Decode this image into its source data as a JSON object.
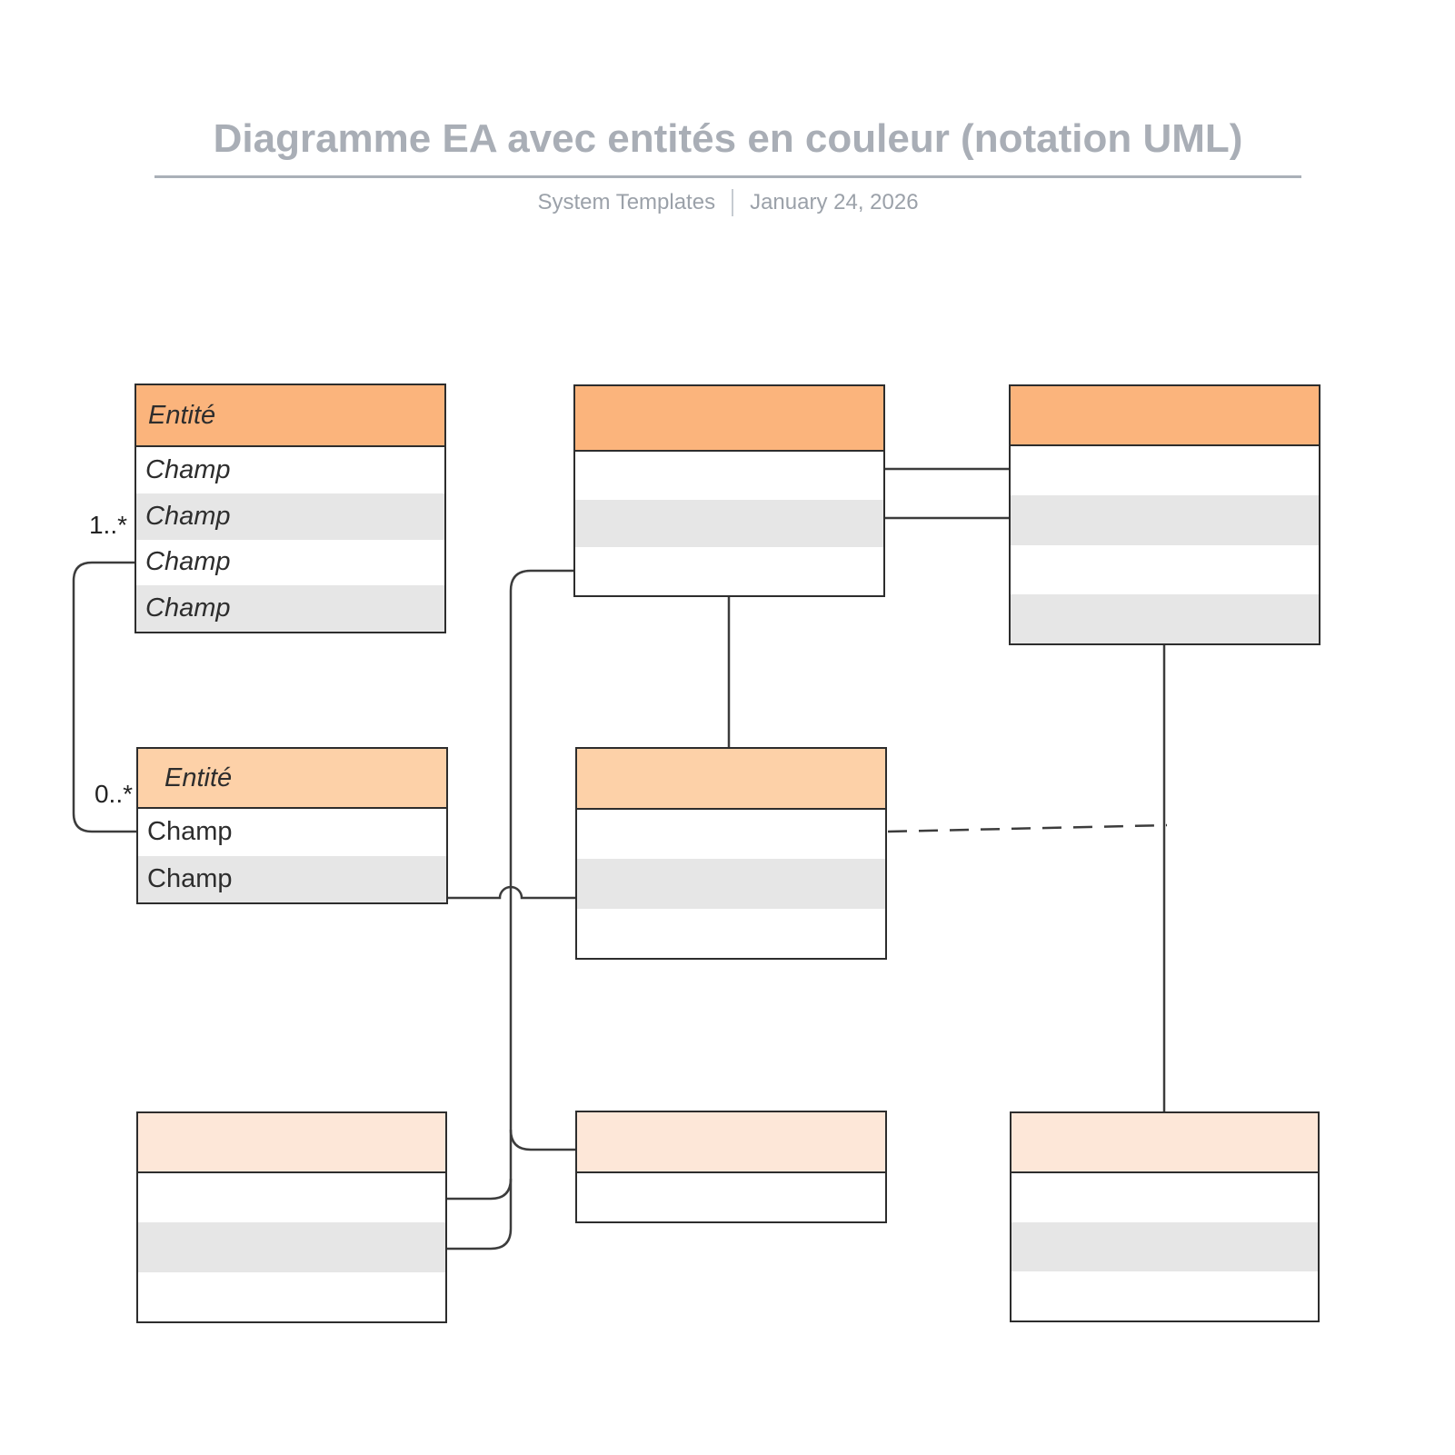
{
  "header": {
    "title": "Diagramme EA avec entités en couleur (notation UML)",
    "subtitle_left": "System Templates",
    "subtitle_right": "January 24, 2026"
  },
  "labels": {
    "multiplicity_top": "1..*",
    "multiplicity_bottom": "0..*"
  },
  "entities": [
    {
      "id": "top-left",
      "title": "Entité",
      "rows": [
        "Champ",
        "Champ",
        "Champ",
        "Champ"
      ]
    },
    {
      "id": "top-middle",
      "title": "",
      "rows": [
        "",
        "",
        ""
      ]
    },
    {
      "id": "top-right",
      "title": "",
      "rows": [
        "",
        "",
        "",
        ""
      ]
    },
    {
      "id": "middle-left",
      "title": "Entité",
      "rows": [
        "Champ",
        "Champ"
      ]
    },
    {
      "id": "middle-center",
      "title": "",
      "rows": [
        "",
        "",
        ""
      ]
    },
    {
      "id": "bottom-left",
      "title": "",
      "rows": [
        "",
        "",
        ""
      ]
    },
    {
      "id": "bottom-middle",
      "title": "",
      "rows": [
        ""
      ]
    },
    {
      "id": "bottom-right",
      "title": "",
      "rows": [
        "",
        "",
        ""
      ]
    }
  ],
  "colors": {
    "entity_header_strong": "#fbb47c",
    "entity_header_medium": "#fdd1a8",
    "entity_header_light": "#fde7d8",
    "row_stripe": "#e6e6e6",
    "shape_border": "#2d2d2d",
    "connector": "#3c3c3c",
    "title_text": "#a9aeb6",
    "subtitle_text": "#9ba1a9",
    "rule": "#aab0b8"
  }
}
